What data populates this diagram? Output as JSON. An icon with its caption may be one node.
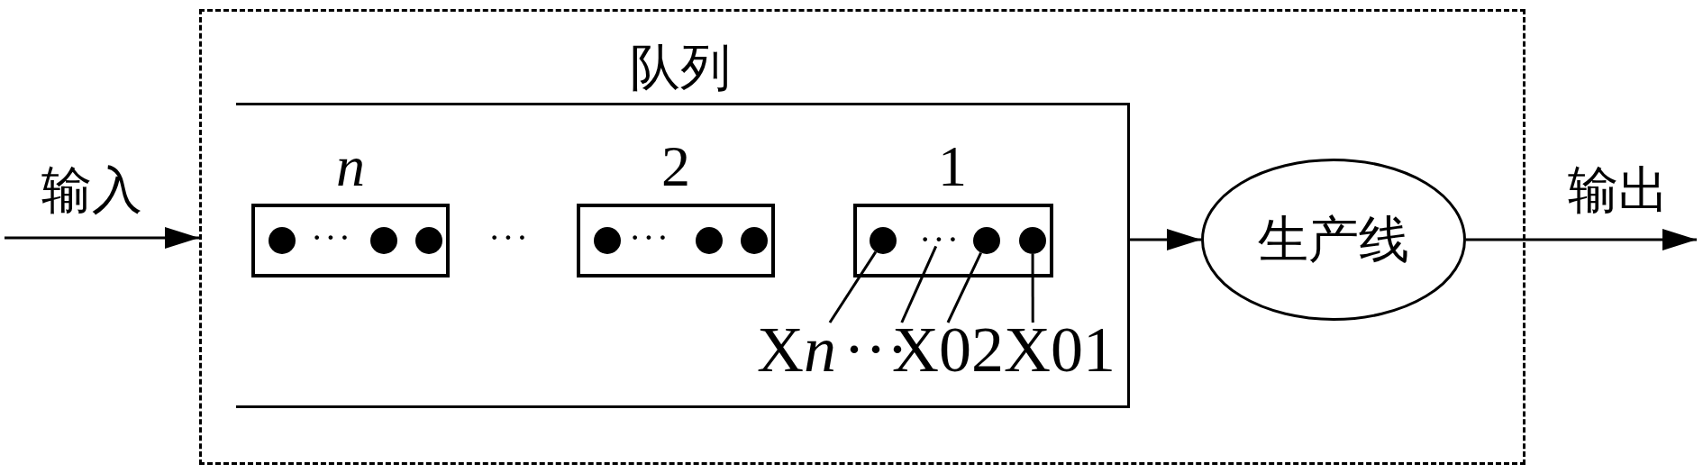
{
  "diagram": {
    "nodes": [
      {
        "text": [],
        "shape": "box"
      },
      {
        "text": [
          "队列"
        ],
        "in": 0
      },
      {
        "text": [],
        "shape": "box",
        "beside": [
          "n"
        ],
        "in": 1
      },
      {
        "text": [],
        "shape": "box",
        "beside": [
          "2"
        ],
        "in": 1
      },
      {
        "text": [],
        "shape": "box",
        "beside": [
          "1"
        ],
        "in": 1
      },
      {
        "text": [],
        "shape": "circle",
        "in": 4
      },
      {
        "text": [
          "···"
        ],
        "in": 4
      },
      {
        "text": [],
        "shape": "circle",
        "in": 4
      },
      {
        "text": [],
        "shape": "circle",
        "in": 4
      },
      {
        "text": [
          "Xn"
        ],
        "in": 1
      },
      {
        "text": [
          "···"
        ],
        "in": 1
      },
      {
        "text": [
          "X02"
        ],
        "in": 1
      },
      {
        "text": [
          "X01"
        ],
        "in": 1
      },
      {
        "text": [
          "生产线"
        ],
        "in": 0
      }
    ],
    "edges": [
      {
        "from": null,
        "to": 0,
        "arrow": "to",
        "label": "输入"
      },
      {
        "from": 1,
        "to": 13,
        "arrow": "to"
      },
      {
        "from": 13,
        "to": null,
        "arrow": "to",
        "label": "输出"
      },
      {
        "from": 9,
        "to": 5,
        "arrow": "none"
      },
      {
        "from": 10,
        "to": 6,
        "arrow": "none"
      },
      {
        "from": 11,
        "to": 7,
        "arrow": "none"
      },
      {
        "from": 12,
        "to": 8,
        "arrow": "none"
      }
    ],
    "labels": [
      "···",
      "···",
      "···"
    ]
  }
}
